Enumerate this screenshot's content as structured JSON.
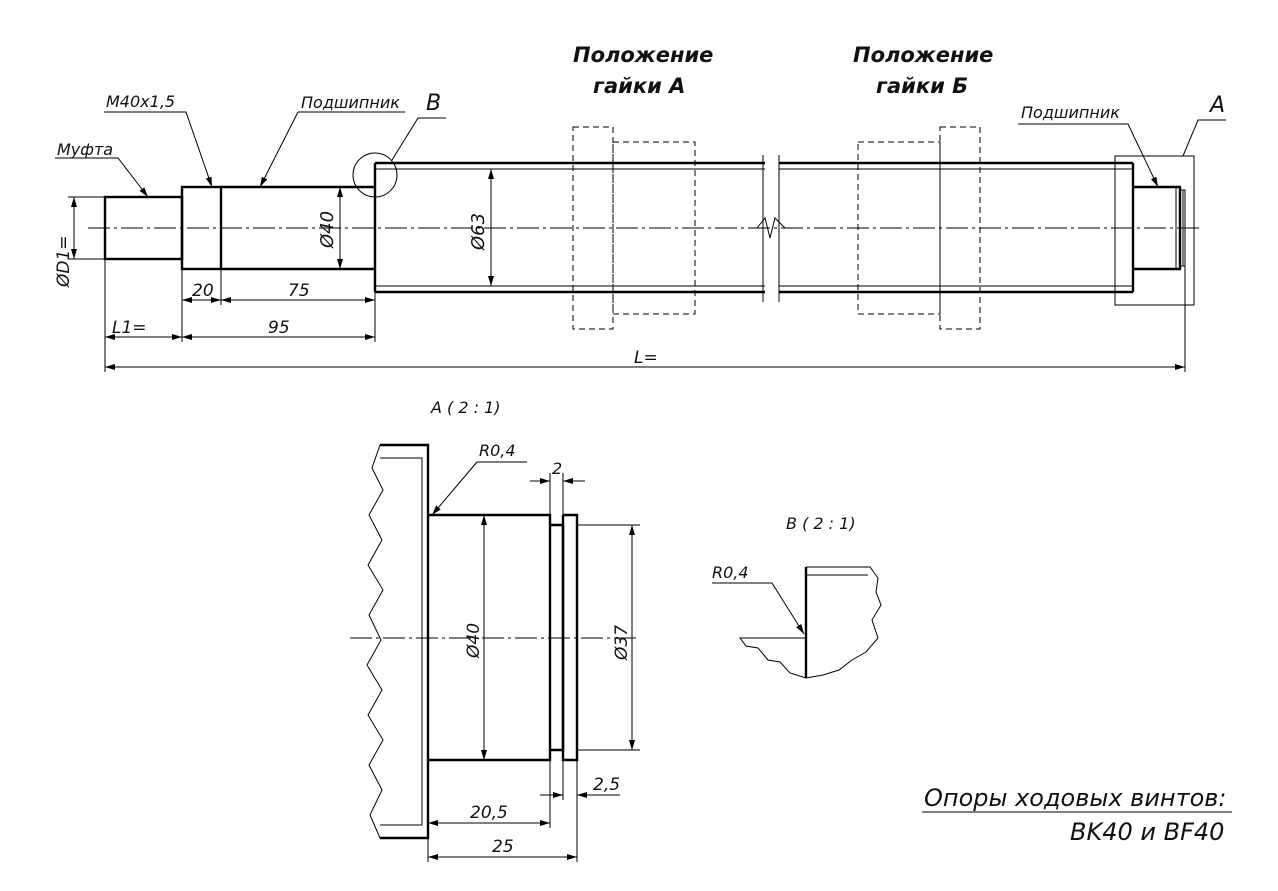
{
  "main_view": {
    "label_mufta": "Муфта",
    "label_thread": "M40x1,5",
    "label_bearing_left": "Подшипник",
    "label_b": "B",
    "label_nut_a_line1": "Положение",
    "label_nut_a_line2": "гайки A",
    "label_nut_b_line1": "Положение",
    "label_nut_b_line2": "гайки Б",
    "label_bearing_right": "Подшипник",
    "label_a": "A",
    "dim_d1": "ØD1=",
    "dim_d40": "Ø40",
    "dim_d63": "Ø63",
    "dim_20": "20",
    "dim_75": "75",
    "dim_l1": "L1=",
    "dim_95": "95",
    "dim_l": "L="
  },
  "detail_a": {
    "title": "A ( 2 : 1)",
    "radius": "R0,4",
    "dim_2": "2",
    "dim_d40": "Ø40",
    "dim_d37": "Ø37",
    "dim_2_5": "2,5",
    "dim_20_5": "20,5",
    "dim_25": "25"
  },
  "detail_b": {
    "title": "B ( 2 : 1)",
    "radius": "R0,4"
  },
  "caption": {
    "line1": "Опоры ходовых винтов:",
    "line2": "BK40 и BF40"
  }
}
